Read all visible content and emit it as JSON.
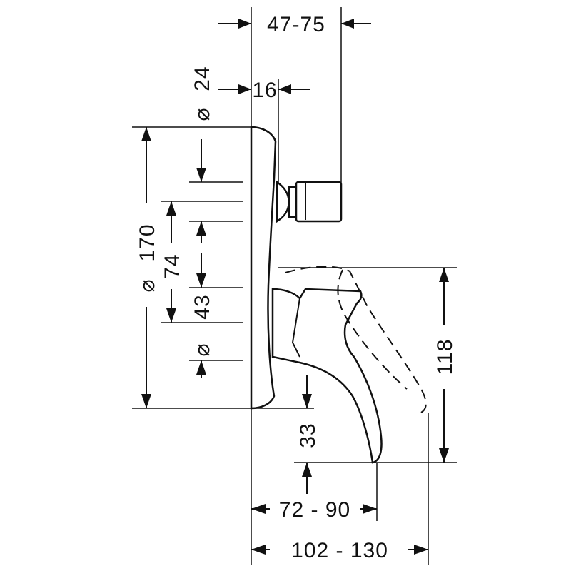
{
  "drawing": {
    "dim_projection_top": "47-75",
    "dim_cartridge_offset": "16",
    "dim_diameter_symbol": "⌀",
    "dim_cartridge_diameter": "24",
    "dim_plate_diameter": "170",
    "dim_center_distance": "74",
    "dim_lever_hub_diameter": "43",
    "dim_lever_height": "118",
    "dim_lever_drop": "33",
    "dim_lever_projection": "72 - 90",
    "dim_total_projection": "102 - 130"
  }
}
